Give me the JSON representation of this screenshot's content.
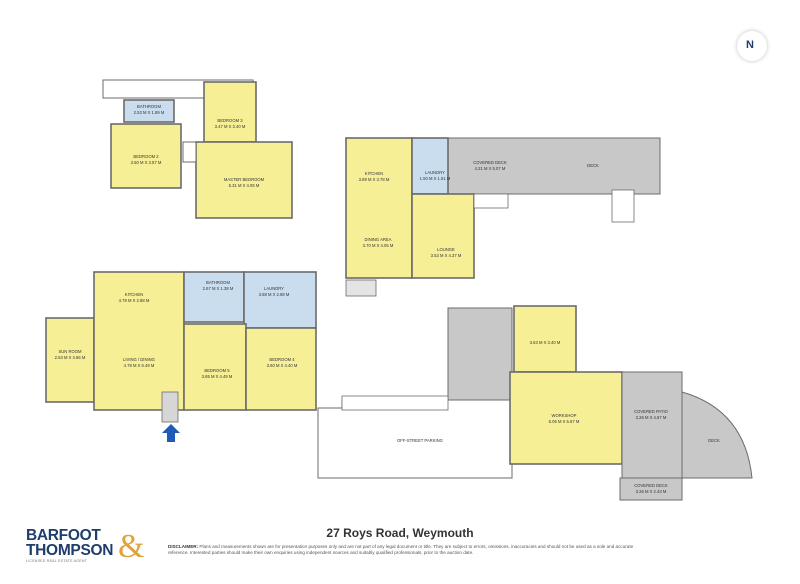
{
  "address": "27 Roys Road, Weymouth",
  "disclaimer": {
    "label": "DISCLAIMER:",
    "text": "Plans and measurements shown are for presentation purposes only and are not part of any legal document or title. They are subject to errors, omissions, inaccuracies and should not be used as a sole and accurate reference. Interested parties should make their own enquiries using independent sources and suitably qualified professionals, prior to the auction date."
  },
  "brand": {
    "line1": "BARFOOT",
    "line2": "THOMPSON",
    "amp": "&",
    "tagline": "LICENSED REAL ESTATE AGENT"
  },
  "compass": {
    "label": "N"
  },
  "colors": {
    "room": "#f7ef96",
    "wet": "#c9ddef",
    "deck": "#c8c8c8",
    "wall": "#6b6b6b",
    "arrow": "#1f5ab8"
  },
  "rooms": {
    "bathroom_upper": {
      "name": "BATHROOM",
      "size": "2.53 M X 1.89 M"
    },
    "bedroom3": {
      "name": "BEDROOM 3",
      "size": "3.47 M X 3.40 M"
    },
    "bedroom2": {
      "name": "BEDROOM 2",
      "size": "3.50 M X 3.57 M"
    },
    "master": {
      "name": "MASTER BEDROOM",
      "size": "5.31 M X 4.05 M"
    },
    "kitchen_top": {
      "name": "KITCHEN",
      "size": "3.89 M X 3.78 M"
    },
    "laundry_top": {
      "name": "LAUNDRY",
      "size": "1.50 M X 1.51 M"
    },
    "covered_deck_top": {
      "name": "COVERED DECK",
      "size": "4.21 M X 5.07 M"
    },
    "deck_top": {
      "name": "DECK"
    },
    "dining_area": {
      "name": "DINING AREA",
      "size": "3.70 M X 4.05 M"
    },
    "lounge": {
      "name": "LOUNGE",
      "size": "3.53 M X 4.37 M"
    },
    "kitchen": {
      "name": "KITCHEN",
      "size": "4.78 M X 2.88 M"
    },
    "bathroom": {
      "name": "BATHROOM",
      "size": "2.67 M X 1.38 M"
    },
    "laundry": {
      "name": "LAUNDRY",
      "size": "3.88 M X 2.88 M"
    },
    "sun_room": {
      "name": "SUN ROOM",
      "size": "2.53 M X 3.66 M"
    },
    "living": {
      "name": "LIVING / DINING",
      "size": "4.78 M X 6.49 M"
    },
    "bedroom5": {
      "name": "BEDROOM 5",
      "size": "3.65 M X 4.49 M"
    },
    "bedroom4": {
      "name": "BEDROOM 4",
      "size": "3.60 M X 4.40 M"
    },
    "offstreet": {
      "name": "OFF-STREET PARKING"
    },
    "room_unnamed": {
      "size": "3.63 M X 3.40 M"
    },
    "workshop": {
      "name": "WORKSHOP",
      "size": "5.05 M X 5.67 M"
    },
    "covered_patio": {
      "name": "COVERED PATIO",
      "size": "3.26 M X 4.67 M"
    },
    "covered_deck_bottom": {
      "name": "COVERED DECK",
      "size": "3.26 M X 2.43 M"
    },
    "deck_bottom": {
      "name": "DECK"
    }
  }
}
